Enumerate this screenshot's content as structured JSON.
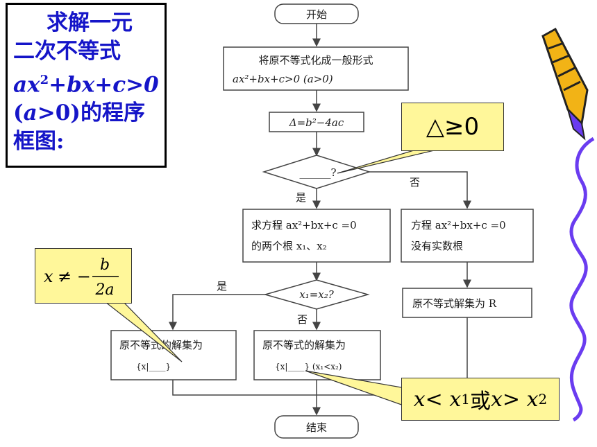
{
  "title": {
    "line1": "求解一元",
    "line2": "二次不等式",
    "line3_pre": "ax",
    "line3_exp": "2",
    "line3_post": "+bx+c>0",
    "line4_pre": "(",
    "line4_a": "a",
    "line4_post": ">0)的程序",
    "line5": "框图:"
  },
  "flowchart": {
    "start": "开始",
    "step1_line1": "将原不等式化成一般形式",
    "step1_line2": "ax²+bx+c>0 (a>0)",
    "step2": "Δ=b²−4ac",
    "decision1": "______?",
    "yes1": "是",
    "no1": "否",
    "solve_line1": "求方程 ax²+bx+c =0",
    "solve_line2": "的两个根 x₁、x₂",
    "noroot_line1": "方程 ax²+bx+c =0",
    "noroot_line2": "没有实数根",
    "decision2": "x₁=x₂?",
    "yes2": "是",
    "no2": "否",
    "all_real": "原不等式解集为 R",
    "sol_equal_line1": "原不等式的解集为",
    "sol_equal_line2": "{x|____}",
    "sol_diff_line1": "原不等式的解集为",
    "sol_diff_line2": "{x|____} (x₁<x₂)",
    "end": "结束"
  },
  "annotations": {
    "delta": "△≥0",
    "root_x": "x",
    "root_neq": "≠ −",
    "root_num": "b",
    "root_den": "2a",
    "solution_pre": "x< x",
    "solution_sub1": "1",
    "solution_mid": "或",
    "solution_x": "x> x",
    "solution_sub2": "2"
  },
  "colors": {
    "title_text": "#1515c8",
    "annotation_fill": "#fff79a",
    "wavy_line": "#6a3cf0",
    "pen_yellow": "#f2b316"
  }
}
